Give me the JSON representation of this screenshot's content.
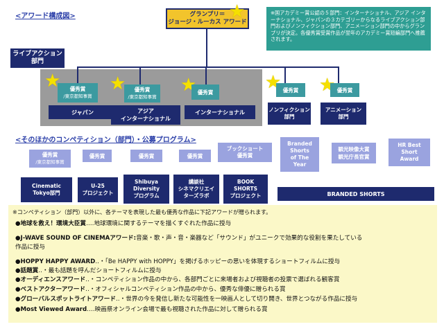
{
  "section1_title": "<アワード構成図>",
  "grand_prix": {
    "line1": "グランプリ＝",
    "line2": "ジョージ・ルーカス アワード"
  },
  "note": "※国アカデミー賞公認の５部門：インターナショナル、アジア インターナショナル、ジャパンの３カテゴリーからなるライブアクション部門およびノンフィクション部門、アニメーション部門の中からグランプリが決定。各優秀賞受賞作品が翌年のアカデミー賞短編部門へ推薦されます。",
  "live_action": {
    "line1": "ライブアクション",
    "line2": "部門"
  },
  "award_label": "優秀賞",
  "award_sub": "/東京都知事賞",
  "categories": {
    "japan": "ジャパン",
    "asia_line1": "アジア",
    "asia_line2": "インターナショナル",
    "international": "インターナショナル",
    "nonfiction_line1": "ノンフィクション",
    "nonfiction_line2": "部門",
    "animation_line1": "アニメーション",
    "animation_line2": "部門"
  },
  "section2_title": "<そのほかのコンペティション（部門）・公募プログラム>",
  "others": {
    "award_tokyo": {
      "line1": "優秀賞",
      "line2": "/東京都知事賞"
    },
    "award_u25": "優秀賞",
    "award_shibuya": "優秀賞",
    "award_kodansha": "優秀賞",
    "award_bookshort": {
      "line1": "ブックショート",
      "line2": "優秀賞"
    },
    "branded": {
      "l1": "Branded",
      "l2": "Shorts",
      "l3": "of The",
      "l4": "Year"
    },
    "kanko": {
      "l1": "観光映像大賞",
      "l2": "観光庁長官賞"
    },
    "hr": {
      "l1": "HR Best",
      "l2": "Short",
      "l3": "Award"
    },
    "cinematic": {
      "l1": "Cinematic",
      "l2": "Tokyo部門"
    },
    "u25": {
      "l1": "U-25",
      "l2": "プロジェクト"
    },
    "shibuya": {
      "l1": "Shibuya",
      "l2": "Diversity",
      "l3": "プログラム"
    },
    "kodansha": {
      "l1": "講談社",
      "l2": "シネマクリエイ",
      "l3": "ターズラボ"
    },
    "bookshorts": {
      "l1": "BOOK",
      "l2": "SHORTS",
      "l3": "プロジェクト"
    },
    "branded_shorts_bar": "BRANDED SHORTS"
  },
  "bottom": {
    "intro": "※コンペティション（部門）以外に、各テーマを表現した最も優秀な作品に下記アワードが贈られます。",
    "items": [
      {
        "title": "●地球を救え！環境大臣賞",
        "desc": "‥‥地球環境に関するテーマを描くすぐれた作品に授与"
      },
      {
        "title": "●J-WAVE SOUND OF CINEMAアワード:",
        "desc": "音楽・歌・声・音・楽器など「サウンド」がユニークで効果的な役割を果たしている"
      },
      {
        "title": "",
        "desc": "作品に授与"
      },
      {
        "title": "●HOPPY HAPPY AWARD",
        "desc": "‥・「Be HAPPY with HOPPY」を掲げるホッピーの思いを体現するショートフィルムに授与"
      },
      {
        "title": "●話題賞",
        "desc": "‥・最も話題を呼んだショートフィルムに授与"
      },
      {
        "title": "●オーディエンスアワード",
        "desc": "‥・コンペティション作品の中から、各部門ごとに来場者および視聴者の投票で選ばれる観客賞"
      },
      {
        "title": "●ベストアクターアワード",
        "desc": "‥・オフィシャルコンペティション作品の中から、優秀な俳優に贈られる賞"
      },
      {
        "title": "●グローバルスポットライトアワード",
        "desc": "‥・世界の今を発信し新たな可能性を一映画人として切り開き、世界とつながる作品に授与"
      },
      {
        "title": "●Most Viewed Award",
        "desc": "‥‥映画祭オンライン会場で最も視聴された作品に対して贈られる賞"
      }
    ]
  },
  "colors": {
    "navy": "#1e2a6e",
    "teal": "#3c9aa0",
    "gold": "#f2c42c",
    "lavender": "#9aa3df",
    "note_bg": "#2e9e93",
    "bottom_bg": "#fbf8c8"
  }
}
